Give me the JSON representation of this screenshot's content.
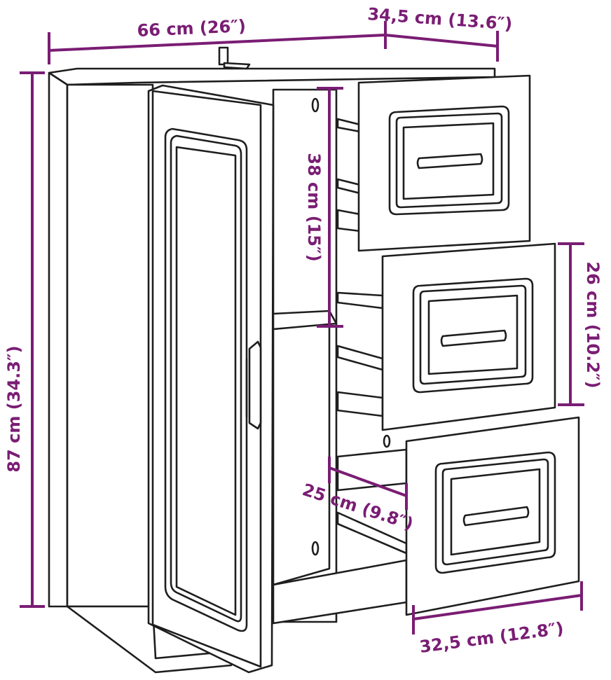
{
  "dimensions": {
    "width_total": "66 cm (26″)",
    "depth": "34,5 cm (13.6″)",
    "height_total": "87 cm (34.3″)",
    "drawer_section_height": "38 cm (15″)",
    "drawer_front_height": "26 cm (10.2″)",
    "drawer_inner_depth": "25 cm (9.8″)",
    "drawer_width": "32,5 cm (12.8″)"
  },
  "colors": {
    "dimension": "#7a1d74",
    "outline": "#1e1e1e",
    "background": "#ffffff"
  }
}
